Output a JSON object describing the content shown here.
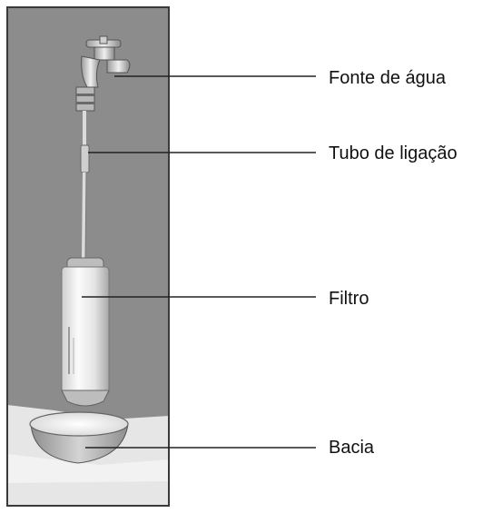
{
  "labels": {
    "water_source": "Fonte de água",
    "connecting_tube": "Tubo de ligação",
    "filter": "Filtro",
    "basin": "Bacia"
  },
  "colors": {
    "wall": "#8c8c8c",
    "panel_border": "#3a3a3a",
    "floor": "#e6e6e6",
    "leader_line": "#222222",
    "label_text": "#111111"
  }
}
